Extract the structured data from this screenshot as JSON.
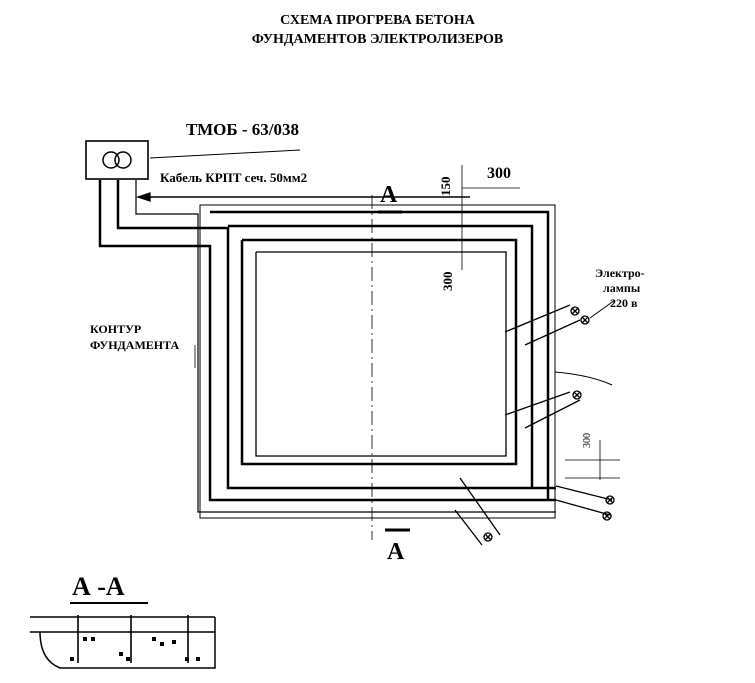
{
  "title": {
    "line1": "СХЕМА ПРОГРЕВА БЕТОНА",
    "line2": "ФУНДАМЕНТОВ ЭЛЕКТРОЛИЗЕРОВ"
  },
  "transformer": {
    "label": "ТМОБ - 63/038",
    "icon": "transformer-icon"
  },
  "cable": {
    "label": "Кабель КРПТ сеч. 50мм2"
  },
  "contour": {
    "line1": "КОНТУР",
    "line2": "ФУНДАМЕНТА"
  },
  "lamps": {
    "line1": "Электро-",
    "line2": "лампы",
    "line3": "220 в"
  },
  "dimensions": {
    "top_300": "300",
    "vertical_150": "150",
    "vertical_300_left": "300",
    "vertical_300_right": "300"
  },
  "sections": {
    "top_marker": "А",
    "bottom_marker": "А",
    "section_title": "А -А"
  },
  "colors": {
    "ink": "#000000",
    "paper": "#ffffff"
  }
}
